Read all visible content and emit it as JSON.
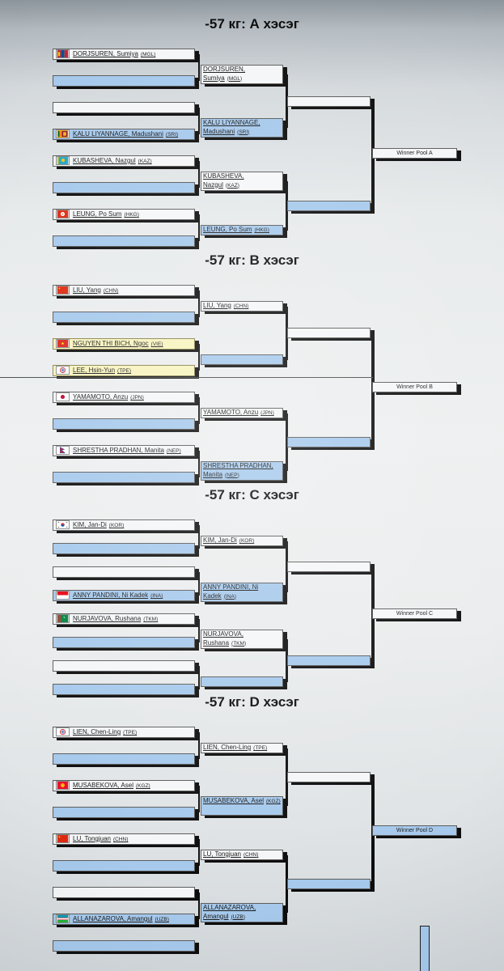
{
  "colors": {
    "white_bar": "#f4f6f7",
    "blue_bar": "#a6c9ec",
    "yellow_highlight": "#f7f3bd",
    "link_text": "#1a1a1a"
  },
  "pools": [
    {
      "id": "A",
      "title": "-57 кг: А хэсэг",
      "winner_label": "Winner Pool A",
      "winner_color": "white",
      "round1": [
        {
          "color": "white",
          "name": "DORJSUREN, Sumiya",
          "code": "MGL",
          "flag": "MGL"
        },
        {
          "color": "blue"
        },
        {
          "color": "white"
        },
        {
          "color": "blue",
          "name": "KALU LIYANNAGE, Madushani",
          "code": "SRI",
          "flag": "SRI"
        },
        {
          "color": "white",
          "name": "KUBASHEVA, Nazgul",
          "code": "KAZ",
          "flag": "KAZ"
        },
        {
          "color": "blue"
        },
        {
          "color": "white",
          "name": "LEUNG, Po Sum",
          "code": "HKG",
          "flag": "HKG"
        },
        {
          "color": "blue"
        }
      ],
      "round2": [
        {
          "color": "white",
          "name": "DORJSUREN, Sumiya",
          "code": "MGL",
          "lines": 2
        },
        {
          "color": "blue",
          "name": "KALU LIYANNAGE, Madushani",
          "code": "SRI",
          "lines": 2
        },
        {
          "color": "white",
          "name": "KUBASHEVA, Nazgul",
          "code": "KAZ",
          "lines": 2
        },
        {
          "color": "blue",
          "name": "LEUNG, Po Sum",
          "code": "HKG",
          "lines": 1
        }
      ],
      "final": [
        {
          "color": "white"
        },
        {
          "color": "blue"
        }
      ]
    },
    {
      "id": "B",
      "title": "-57 кг: В хэсэг",
      "winner_label": "Winner Pool B",
      "winner_color": "white",
      "divider": true,
      "round1": [
        {
          "color": "white",
          "name": "LIU, Yang",
          "code": "CHN",
          "flag": "CHN"
        },
        {
          "color": "blue"
        },
        {
          "color": "yellow",
          "name": "NGUYEN THI BICH, Ngoc",
          "code": "VIE",
          "flag": "VIE"
        },
        {
          "color": "yellow",
          "name": "LEE, Hsin-Yun",
          "code": "TPE",
          "flag": "TPE"
        },
        {
          "color": "white",
          "name": "YAMAMOTO, Anzu",
          "code": "JPN",
          "flag": "JPN"
        },
        {
          "color": "blue"
        },
        {
          "color": "white",
          "name": "SHRESTHA PRADHAN, Manita",
          "code": "NEP",
          "flag": "NEP"
        },
        {
          "color": "blue"
        }
      ],
      "round2": [
        {
          "color": "white",
          "name": "LIU, Yang",
          "code": "CHN",
          "lines": 1
        },
        {
          "color": "blue",
          "lines": 1
        },
        {
          "color": "white",
          "name": "YAMAMOTO, Anzu",
          "code": "JPN",
          "lines": 1
        },
        {
          "color": "blue",
          "name": "SHRESTHA PRADHAN, Manita",
          "code": "NEP",
          "lines": 2
        }
      ],
      "final": [
        {
          "color": "white"
        },
        {
          "color": "blue"
        }
      ]
    },
    {
      "id": "C",
      "title": "-57 кг: С хэсэг",
      "winner_label": "Winner Pool C",
      "winner_color": "white",
      "round1": [
        {
          "color": "white",
          "name": "KIM, Jan-Di",
          "code": "KOR",
          "flag": "KOR"
        },
        {
          "color": "blue"
        },
        {
          "color": "white"
        },
        {
          "color": "blue",
          "name": "ANNY PANDINI, Ni Kadek",
          "code": "INA",
          "flag": "INA"
        },
        {
          "color": "white",
          "name": "NURJAVOVA, Rushana",
          "code": "TKM",
          "flag": "TKM"
        },
        {
          "color": "blue"
        },
        {
          "color": "white"
        },
        {
          "color": "blue"
        }
      ],
      "round2": [
        {
          "color": "white",
          "name": "KIM, Jan-Di",
          "code": "KOR",
          "lines": 1
        },
        {
          "color": "blue",
          "name": "ANNY PANDINI, Ni Kadek",
          "code": "INA",
          "lines": 2
        },
        {
          "color": "white",
          "name": "NURJAVOVA, Rushana",
          "code": "TKM",
          "lines": 2
        },
        {
          "color": "blue",
          "lines": 1
        }
      ],
      "final": [
        {
          "color": "white"
        },
        {
          "color": "blue"
        }
      ]
    },
    {
      "id": "D",
      "title": "-57 кг: D хэсэг",
      "winner_label": "Winner Pool D",
      "winner_color": "blue",
      "round1": [
        {
          "color": "white",
          "name": "LIEN, Chen-Ling",
          "code": "TPE",
          "flag": "TPE"
        },
        {
          "color": "blue"
        },
        {
          "color": "white",
          "name": "MUSABEKOVA, Asel",
          "code": "KGZ",
          "flag": "KGZ"
        },
        {
          "color": "blue"
        },
        {
          "color": "white",
          "name": "LU, Tongjuan",
          "code": "CHN",
          "flag": "CHN"
        },
        {
          "color": "blue"
        },
        {
          "color": "white"
        },
        {
          "color": "blue",
          "name": "ALLANAZAROVA, Amangul",
          "code": "UZB",
          "flag": "UZB"
        },
        {
          "color": "blue"
        }
      ],
      "round2": [
        {
          "color": "white",
          "name": "LIEN, Chen-Ling",
          "code": "TPE",
          "lines": 1
        },
        {
          "color": "blue",
          "name": "MUSABEKOVA, Asel",
          "code": "KGZ",
          "lines": 2
        },
        {
          "color": "white",
          "name": "LU, Tongjuan",
          "code": "CHN",
          "lines": 1
        },
        {
          "color": "blue",
          "name": "ALLANAZAROVA, Amangul",
          "code": "UZB",
          "lines": 2
        }
      ],
      "final": [
        {
          "color": "white"
        },
        {
          "color": "blue"
        }
      ]
    }
  ]
}
